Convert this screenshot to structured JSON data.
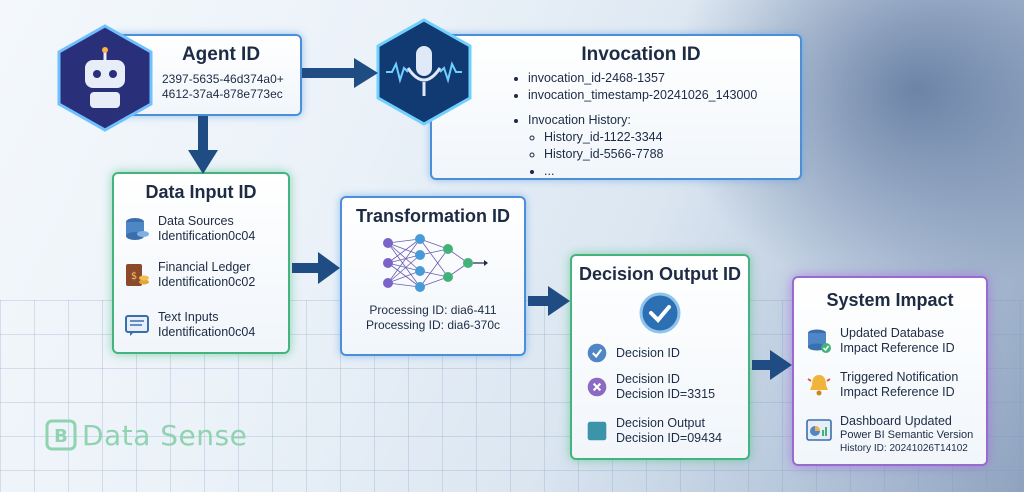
{
  "agent": {
    "title": "Agent ID",
    "lines": [
      "2397-5635-46d374a0+",
      "4612-37a4-878e773ec"
    ]
  },
  "invocation": {
    "title": "Invocation ID",
    "items": [
      "invocation_id-2468-1357",
      "invocation_timestamp-20241026_143000"
    ],
    "history_label": "Invocation History:",
    "history": [
      "History_id-1122-3344",
      "History_id-5566-7788",
      "..."
    ]
  },
  "data_input": {
    "title": "Data Input ID",
    "rows": [
      {
        "icon": "database-icon",
        "line1": "Data Sources",
        "line2": "Identification0c04"
      },
      {
        "icon": "ledger-icon",
        "line1": "Financial Ledger",
        "line2": "Identification0c02"
      },
      {
        "icon": "document-icon",
        "line1": "Text Inputs",
        "line2": "Identification0c04"
      }
    ]
  },
  "transformation": {
    "title": "Transformation ID",
    "lines": [
      "Processing ID: dia6-411",
      "Processing ID: dia6-370c"
    ]
  },
  "decision": {
    "title": "Decision Output ID",
    "rows": [
      {
        "icon": "check-circle-icon",
        "line1": "Decision ID",
        "line2": ""
      },
      {
        "icon": "x-circle-icon",
        "line1": "Decision ID",
        "line2": "Decision ID=3315"
      },
      {
        "icon": "square-icon",
        "line1": "Decision Output",
        "line2": "Decision ID=09434"
      }
    ]
  },
  "impact": {
    "title": "System Impact",
    "rows": [
      {
        "icon": "database-check-icon",
        "line1": "Updated Database",
        "line2": "Impact Reference ID"
      },
      {
        "icon": "bell-alert-icon",
        "line1": "Triggered Notification",
        "line2": "Impact Reference ID"
      },
      {
        "icon": "dashboard-icon",
        "line1": "Dashboard Updated",
        "line2": "Power BI Semantic Version",
        "line3": "History ID: 20241026T14102"
      }
    ]
  },
  "brand": {
    "name": "Data Sense"
  },
  "colors": {
    "blue": "#4d8fd6",
    "green": "#44b37e",
    "purple": "#9b6ad1",
    "arrow": "#1f4c82"
  }
}
